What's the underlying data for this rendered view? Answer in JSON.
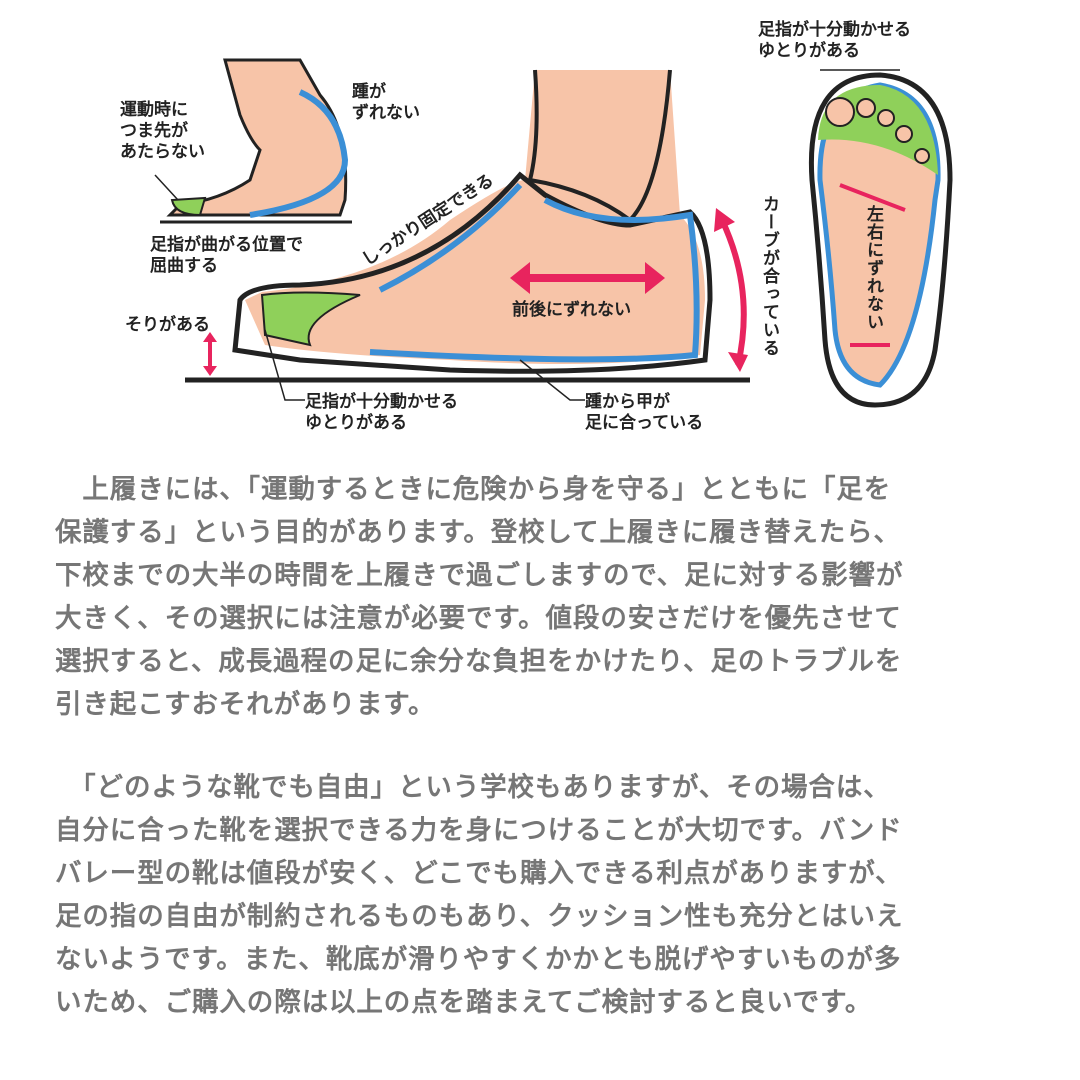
{
  "illustration": {
    "labels": {
      "toe_no_hit": [
        "運動時に",
        "つま先が",
        "あたらない"
      ],
      "heel_no_slip_small": [
        "踵が",
        "ずれない"
      ],
      "bend_position": [
        "足指が曲がる位置で",
        "屈曲する"
      ],
      "firmly_fixed": "しっかり固定できる",
      "toe_spring": "そりがある",
      "front_back": "前後にずれない",
      "toe_room": [
        "足指が十分動かせる",
        "ゆとりがある"
      ],
      "heel_to_instep": [
        "踵から甲が",
        "足に合っている"
      ],
      "curve_fits": "カーブが合っている",
      "left_right": "左右にずれない",
      "toe_room_top": [
        "足指が十分動かせる",
        "ゆとりがある"
      ]
    },
    "colors": {
      "skin": "#f7c4a8",
      "blue": "#3b8fd6",
      "green": "#8fd05a",
      "arrow": "#e8245e"
    }
  },
  "article": {
    "paragraphs": [
      [
        "　上履きには、「運動するときに危険から身を守る」とともに「足を",
        "保護する」という目的があります。登校して上履きに履き替えたら、",
        "下校までの大半の時間を上履きで過ごしますので、足に対する影響が",
        "大きく、その選択には注意が必要です。値段の安さだけを優先させて",
        "選択すると、成長過程の足に余分な負担をかけたり、足のトラブルを",
        "引き起こすおそれがあります。"
      ],
      [
        "　「どのような靴でも自由」という学校もありますが、その場合は、",
        "自分に合った靴を選択できる力を身につけることが大切です。バンド",
        "バレー型の靴は値段が安く、どこでも購入できる利点がありますが、",
        "足の指の自由が制約されるものもあり、クッション性も充分とはいえ",
        "ないようです。また、靴底が滑りやすくかかとも脱げやすいものが多",
        "いため、ご購入の際は以上の点を踏まえてご検討すると良いです。"
      ]
    ]
  }
}
